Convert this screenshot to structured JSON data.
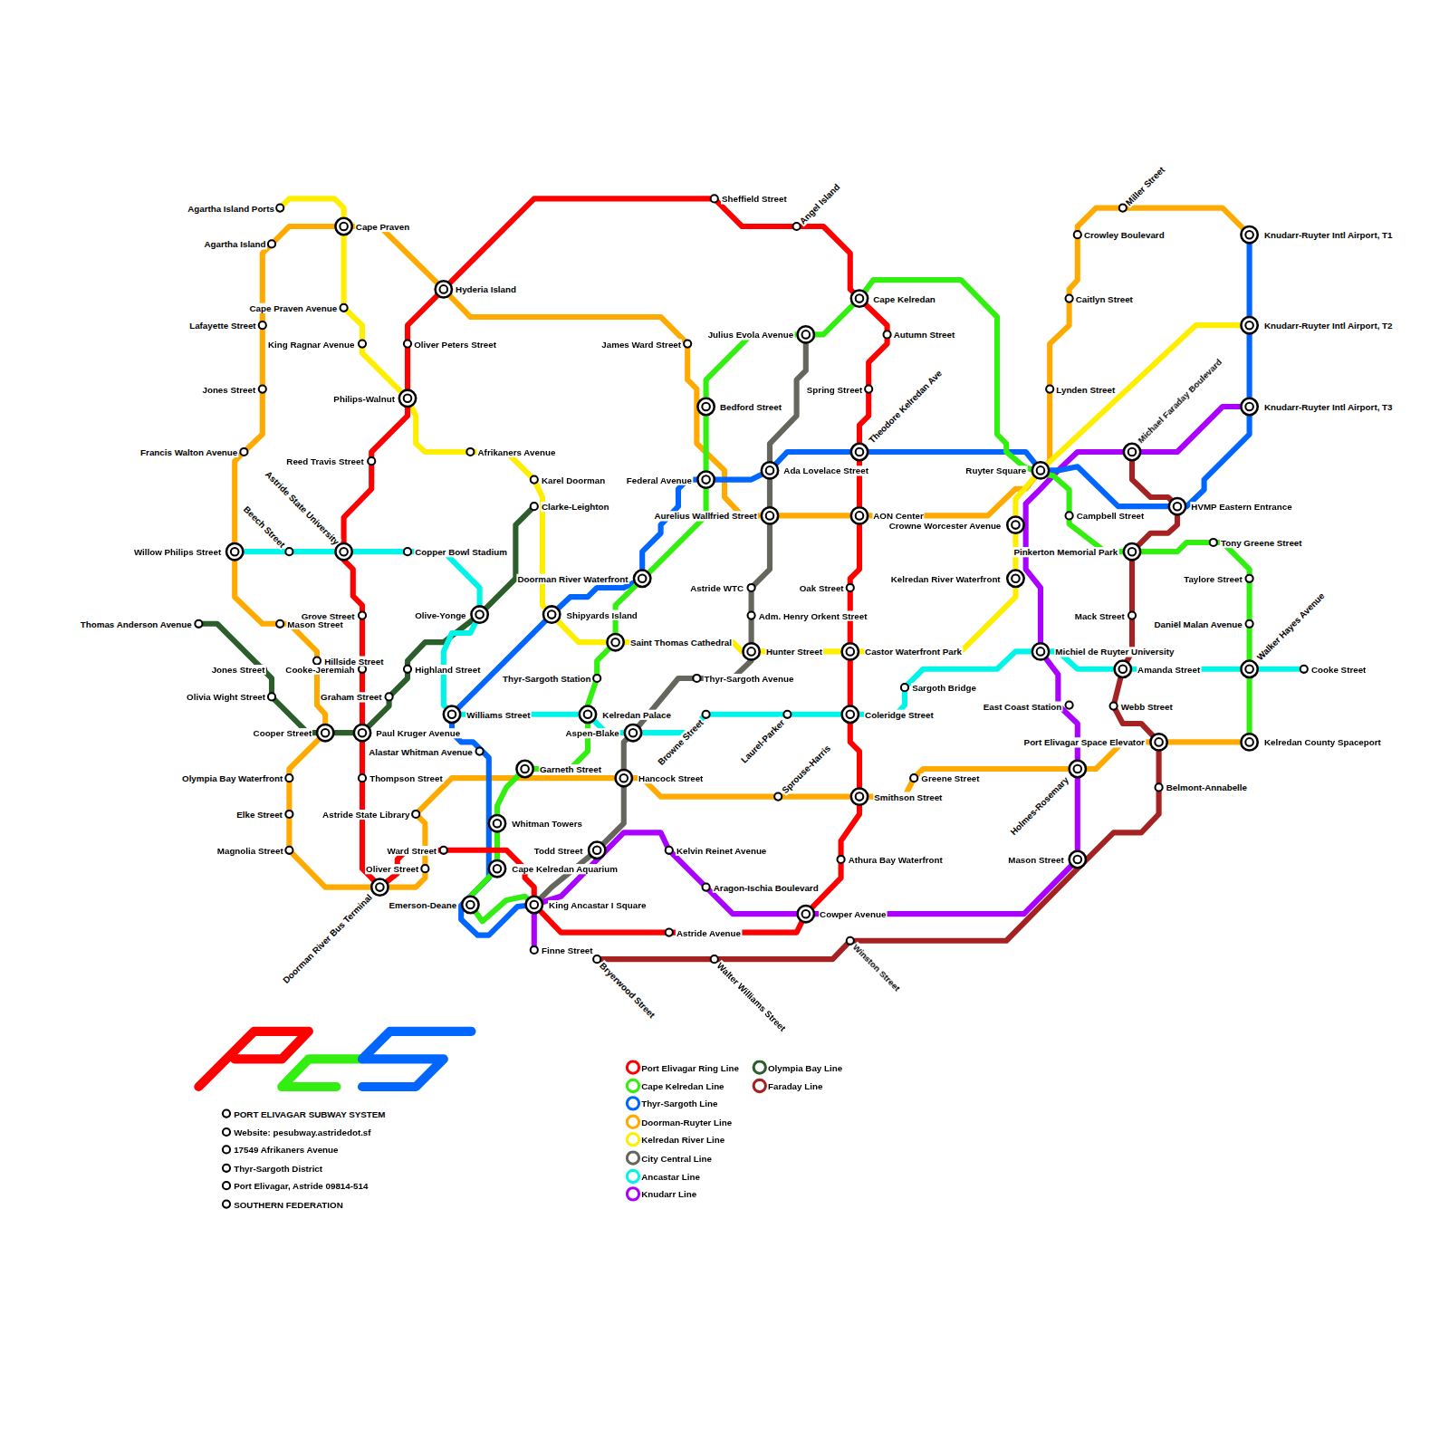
{
  "diagram": {
    "labels": [
      "Agartha Island Ports",
      "Cape Praven",
      "Agartha Island",
      "Hyderia Island",
      "Sheffield Street",
      "Angel Island",
      "Cape Kelredan",
      "Cape Praven Avenue",
      "Lafayette Street",
      "Autumn Street",
      "Julius Evola Avenue",
      "King Ragnar Avenue",
      "Oliver Peters Street",
      "James Ward Street",
      "Spring Street",
      "Jones Street",
      "Philips-Walnut",
      "Bedford Street",
      "Theodore Kelredan Ave",
      "Francis Walton Avenue",
      "Reed Travis Street",
      "Afrikaners Avenue",
      "Karel Doorman",
      "Federal Avenue",
      "Ada Lovelace Street",
      "Ruyter Square",
      "Astride State University",
      "Clarke-Leighton",
      "Beech Street",
      "Aurelius Wallfried Street",
      "AON Center",
      "Campbell Street",
      "Crowne Worcester Avenue",
      "HVMP Eastern Entrance",
      "Willow Philips Street",
      "Copper Bowl Stadium",
      "Pinkerton Memorial Park",
      "Tony Greene Street",
      "Doorman River Waterfront",
      "Astride WTC",
      "Oak Street",
      "Kelredan River Waterfront",
      "Taylore Street",
      "Grove Street",
      "Olive-Yonge",
      "Shipyards Island",
      "Adm. Henry Orkent Street",
      "Mack Street",
      "Thomas Anderson Avenue",
      "Mason Street",
      "Daniël Malan Avenue",
      "Saint Thomas Cathedral",
      "Hunter Street",
      "Castor Waterfront Park",
      "Michiel de Ruyter University",
      "Walker Hayes Avenue",
      "Hillside Street",
      "Jones Street",
      "Cooke-Jeremiah",
      "Highland Street",
      "Amanda Street",
      "Cooke Street",
      "Thyr-Sargoth Station",
      "Thyr-Sargoth Avenue",
      "Sargoth Bridge",
      "Olivia Wight Street",
      "Graham Street",
      "Webb Street",
      "East Coast Station",
      "Williams Street",
      "Kelredan Palace",
      "Browne Street",
      "Laurel-Parker",
      "Coleridge Street",
      "Cooper Street",
      "Paul Kruger Avenue",
      "Aspen-Blake",
      "Port Elivagar Space Elevator",
      "Kelredan County Spaceport",
      "Alastar Whitman Avenue",
      "Sprouse-Harris",
      "Garneth Street",
      "Holmes-Rosemary",
      "Olympia Bay Waterfront",
      "Thompson Street",
      "Hancock Street",
      "Greene Street",
      "Smithson Street",
      "Belmont-Annabelle",
      "Elke Street",
      "Astride State Library",
      "Whitman Towers",
      "Magnolia Street",
      "Ward Street",
      "Todd Street",
      "Kelvin Reinet Avenue",
      "Athura Bay Waterfront",
      "Mason Street",
      "Oliver Street",
      "Cape Kelredan Aquarium",
      "Aragon-Ischia Boulevard",
      "Doorman River Bus Terminal",
      "Emerson-Deane",
      "King Ancastar I Square",
      "Cowper Avenue",
      "Astride Avenue",
      "Finne Street",
      "Bryerwood Street",
      "Walter Williams Street",
      "Winston Street",
      "Knudarr-Ruyter Intl Airport, T1",
      "Knudarr-Ruyter Intl Airport, T2",
      "Knudarr-Ruyter Intl Airport, T3",
      "Miller Street",
      "Crowley Boulevard",
      "Caitlyn Street",
      "Lynden Street",
      "Michael Faraday Boulevard",
      "PORT ELIVAGAR SUBWAY SYSTEM",
      "Website: pesubway.astridedot.sf",
      "17549 Afrikaners Avenue",
      "Thyr-Sargoth District",
      "Port Elivagar, Astride 09814-514",
      "SOUTHERN FEDERATION"
    ],
    "legend": [
      {
        "text": "Port Elivagar Ring Line",
        "color": "#ff0000"
      },
      {
        "text": "Cape Kelredan Line",
        "color": "#33ee11"
      },
      {
        "text": "Thyr-Sargoth Line",
        "color": "#0066ff"
      },
      {
        "text": "Doorman-Ruyter Line",
        "color": "#ffaa00"
      },
      {
        "text": "Kelredan River Line",
        "color": "#ffee00"
      },
      {
        "text": "City Central Line",
        "color": "#66665e"
      },
      {
        "text": "Ancastar Line",
        "color": "#00f5e8"
      },
      {
        "text": "Knudarr Line",
        "color": "#aa00ff"
      },
      {
        "text": "Olympia Bay Line",
        "color": "#2b5e2b"
      },
      {
        "text": "Faraday Line",
        "color": "#a52222"
      }
    ]
  }
}
